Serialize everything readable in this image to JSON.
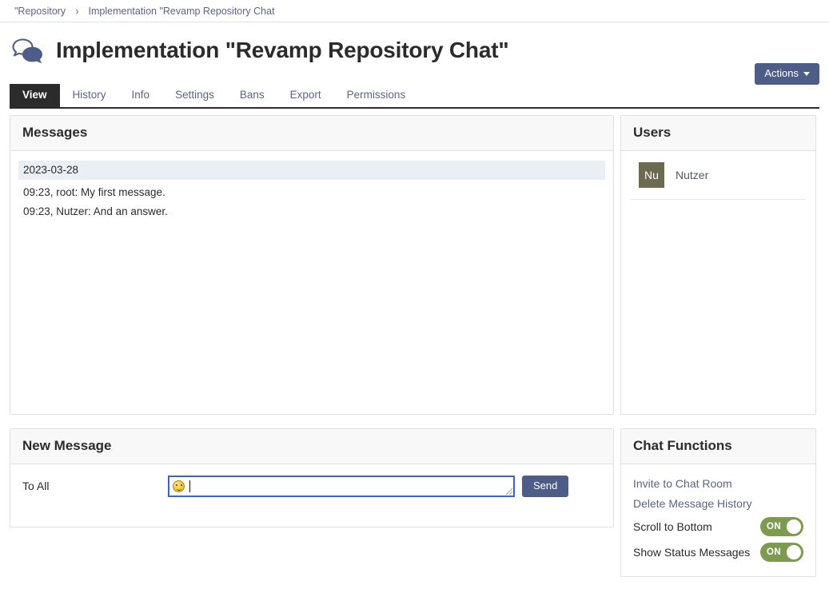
{
  "breadcrumb": {
    "parent": "\"Repository",
    "separator": "›",
    "current": "Implementation \"Revamp Repository Chat"
  },
  "header": {
    "icon": "chat-bubbles-icon",
    "title": "Implementation \"Revamp Repository Chat\"",
    "actions_label": "Actions"
  },
  "tabs": [
    {
      "label": "View",
      "active": true
    },
    {
      "label": "History",
      "active": false
    },
    {
      "label": "Info",
      "active": false
    },
    {
      "label": "Settings",
      "active": false
    },
    {
      "label": "Bans",
      "active": false
    },
    {
      "label": "Export",
      "active": false
    },
    {
      "label": "Permissions",
      "active": false
    }
  ],
  "messages_panel": {
    "title": "Messages",
    "date_divider": "2023-03-28",
    "lines": [
      "09:23, root: My first message.",
      "09:23, Nutzer: And an answer."
    ]
  },
  "users_panel": {
    "title": "Users",
    "users": [
      {
        "initials": "Nu",
        "name": "Nutzer",
        "avatar_color": "#6b6b4f"
      }
    ]
  },
  "new_message_panel": {
    "title": "New Message",
    "recipient_label": "To All",
    "input_value": "",
    "input_placeholder": "",
    "emoji_button": "smiley-face-icon",
    "send_label": "Send"
  },
  "chat_functions_panel": {
    "title": "Chat Functions",
    "links": [
      "Invite to Chat Room",
      "Delete Message History"
    ],
    "toggles": [
      {
        "label": "Scroll to Bottom",
        "state": "ON"
      },
      {
        "label": "Show Status Messages",
        "state": "ON"
      }
    ]
  },
  "colors": {
    "accent_blue": "#4e5d87",
    "link_blue": "#5a6485",
    "toggle_green": "#7d9b4e",
    "active_tab": "#2b2b2b",
    "date_highlight": "#eaeef5",
    "focus_border": "#3a63d0"
  }
}
